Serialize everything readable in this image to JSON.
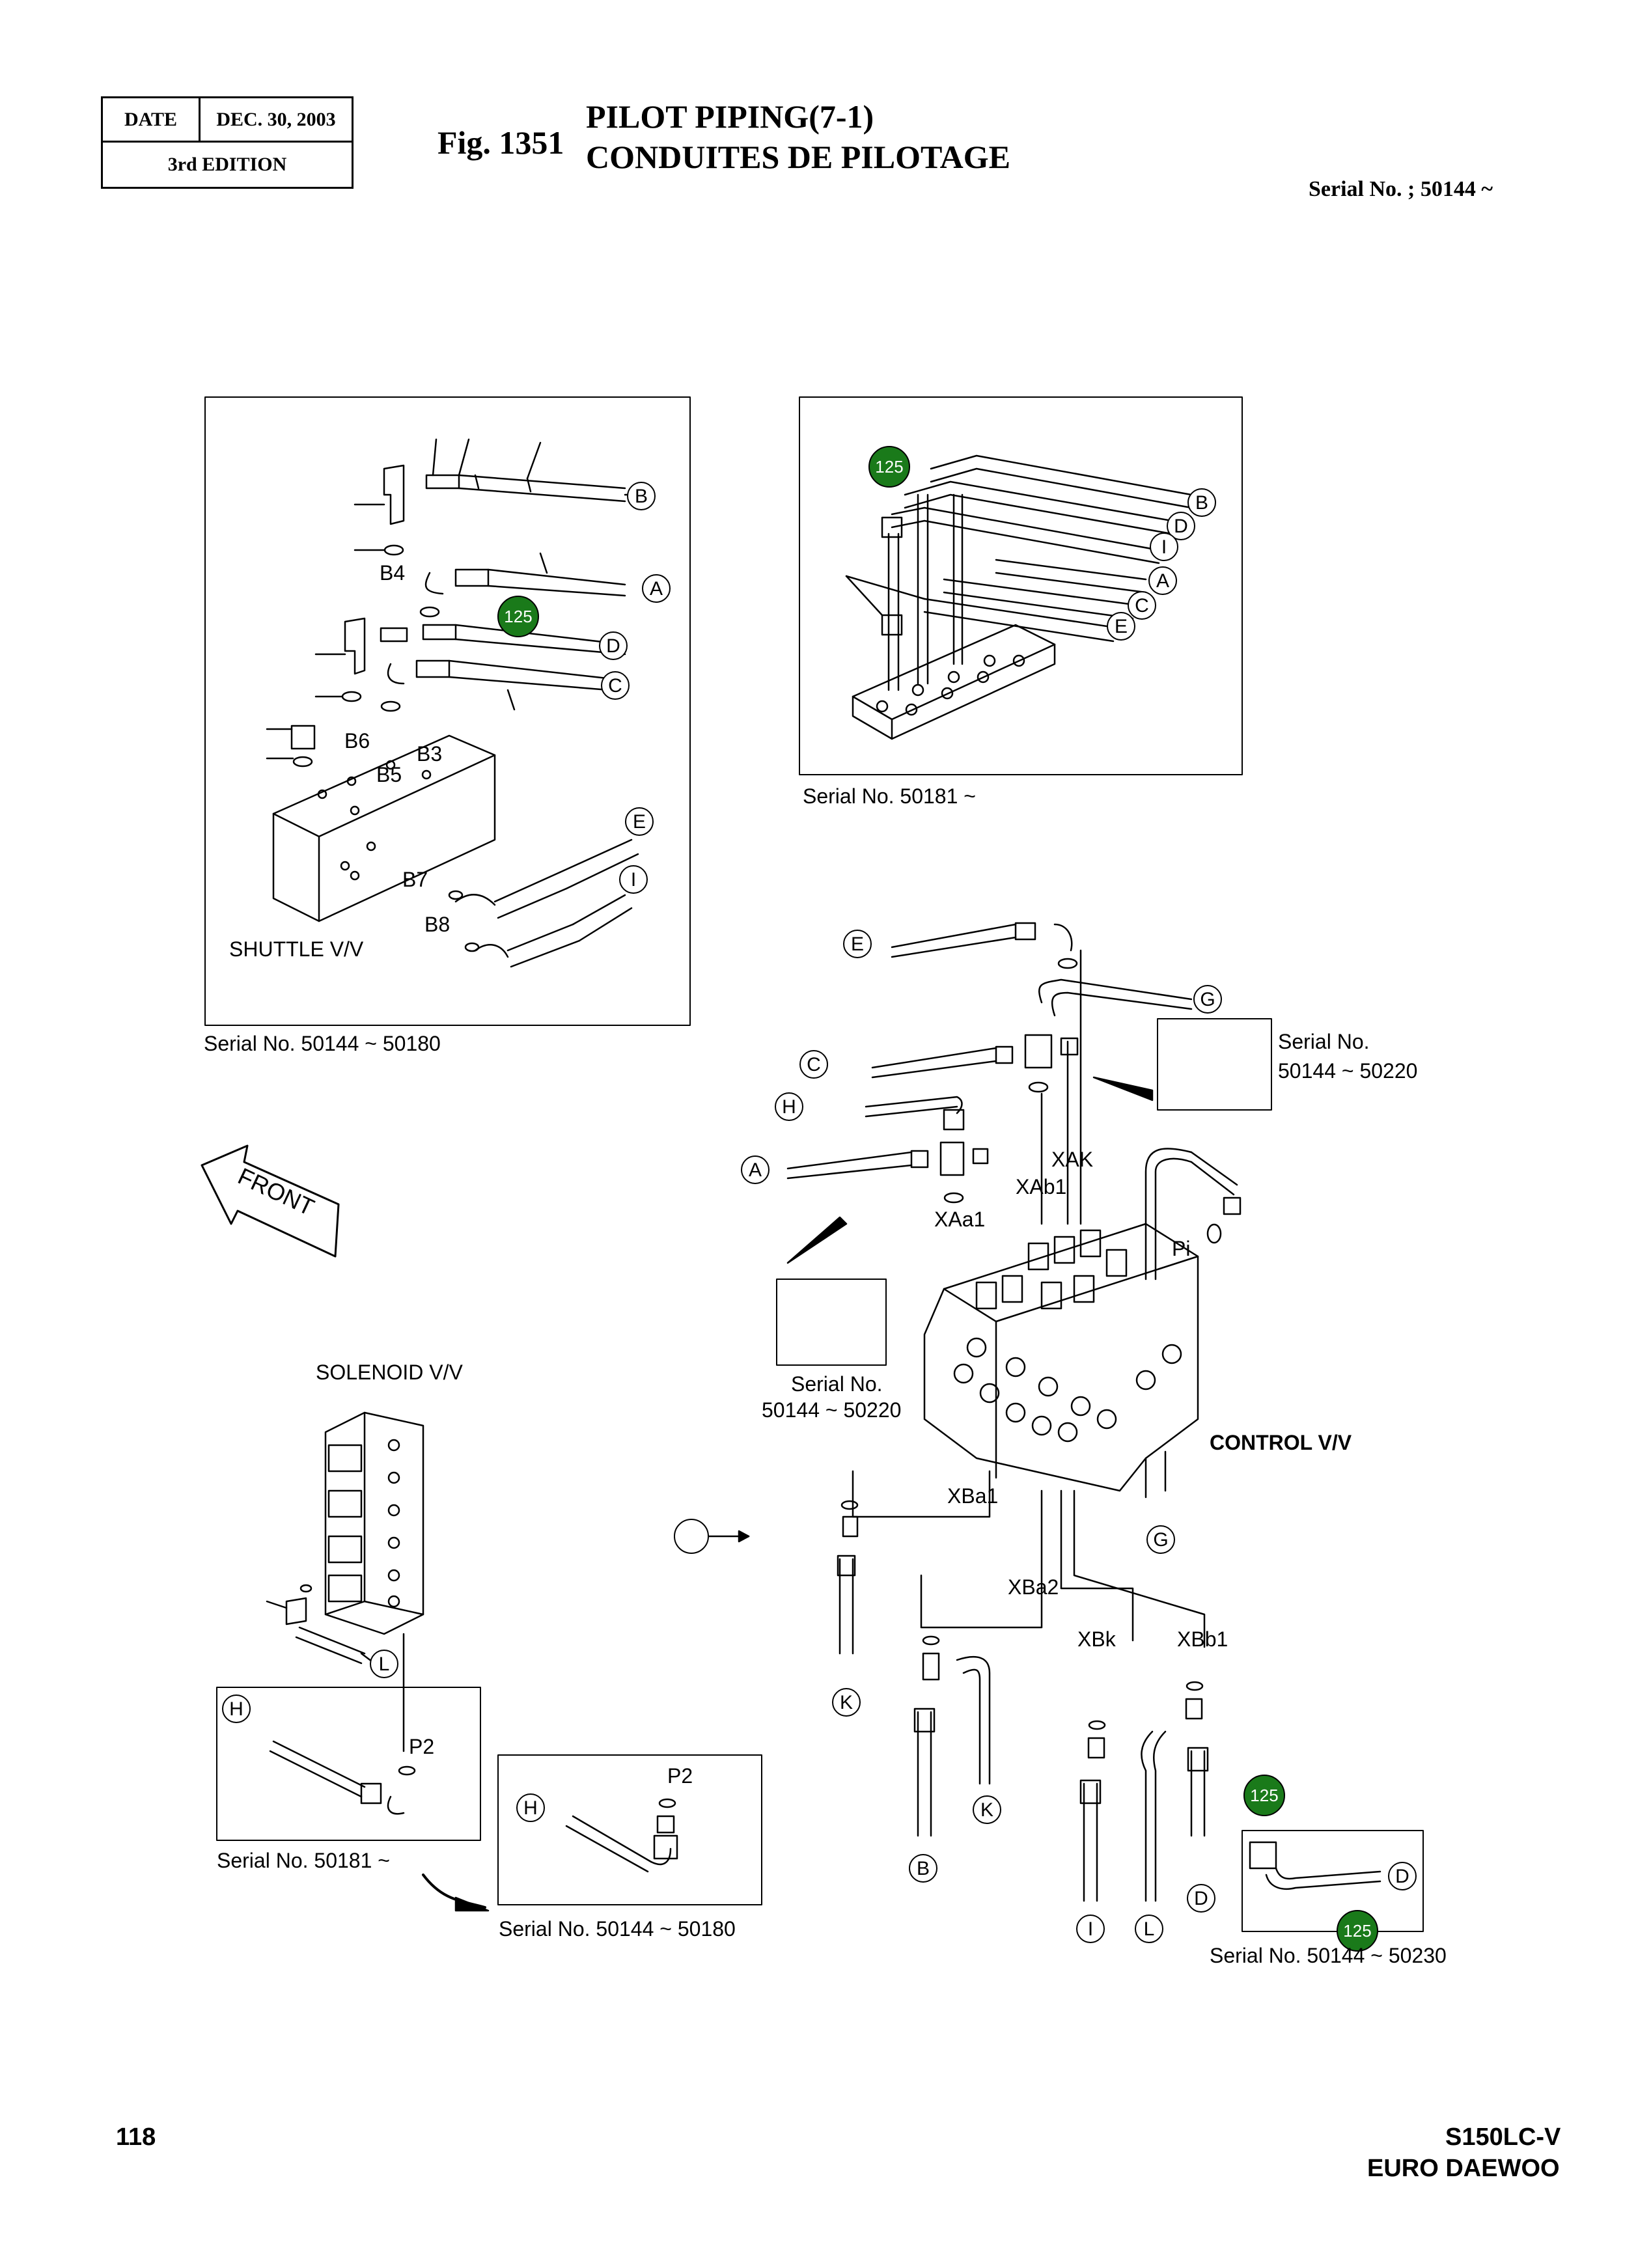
{
  "header": {
    "date_label": "DATE",
    "date_value": "DEC. 30, 2003",
    "edition": "3rd  EDITION",
    "fig_number": "Fig. 1351",
    "title_en": "PILOT PIPING(7-1)",
    "title_fr": "CONDUITES DE PILOTAGE",
    "serial_range": "Serial No. ; 50144 ~"
  },
  "panels": {
    "shuttle": {
      "caption": "Serial No. 50144 ~ 50180",
      "name": "SHUTTLE V/V",
      "ports": [
        "B4",
        "B6",
        "B3",
        "B5",
        "B7",
        "B8"
      ],
      "callouts": [
        "B",
        "A",
        "D",
        "C",
        "E",
        "I"
      ],
      "badge": "125"
    },
    "upper_right": {
      "caption": "Serial No. 50181 ~",
      "callouts": [
        "B",
        "D",
        "I",
        "A",
        "C",
        "E"
      ],
      "badge": "125"
    },
    "control": {
      "name": "CONTROL V/V",
      "ports": [
        "XAK",
        "XAb1",
        "XAa1",
        "Pi",
        "XBa1",
        "XBa2",
        "XBk",
        "XBb1"
      ],
      "callouts_top": [
        "E",
        "G",
        "C",
        "H",
        "A",
        "G"
      ],
      "callouts_bottom": [
        "K",
        "K",
        "B",
        "I",
        "L",
        "D"
      ],
      "badge": "125",
      "inset_a": {
        "line1": "Serial No.",
        "line2": "50144 ~ 50220"
      },
      "inset_b": {
        "line1": "Serial No.",
        "line2": "50144 ~ 50220"
      },
      "inset_c": {
        "caption": "Serial No. 50144 ~ 50230",
        "callout": "D",
        "badge": "125"
      }
    },
    "solenoid": {
      "name": "SOLENOID V/V",
      "callout": "L",
      "inset_a": {
        "caption": "Serial No. 50181 ~",
        "callout": "H",
        "port": "P2"
      },
      "inset_b": {
        "caption": "Serial No. 50144 ~ 50180",
        "callout": "H",
        "port": "P2"
      }
    },
    "front_label": "FRONT"
  },
  "footer": {
    "page_number": "118",
    "model": "S150LC-V",
    "brand": "EURO DAEWOO"
  },
  "colors": {
    "badge_fill": "#1a7a1a",
    "line": "#000000"
  }
}
